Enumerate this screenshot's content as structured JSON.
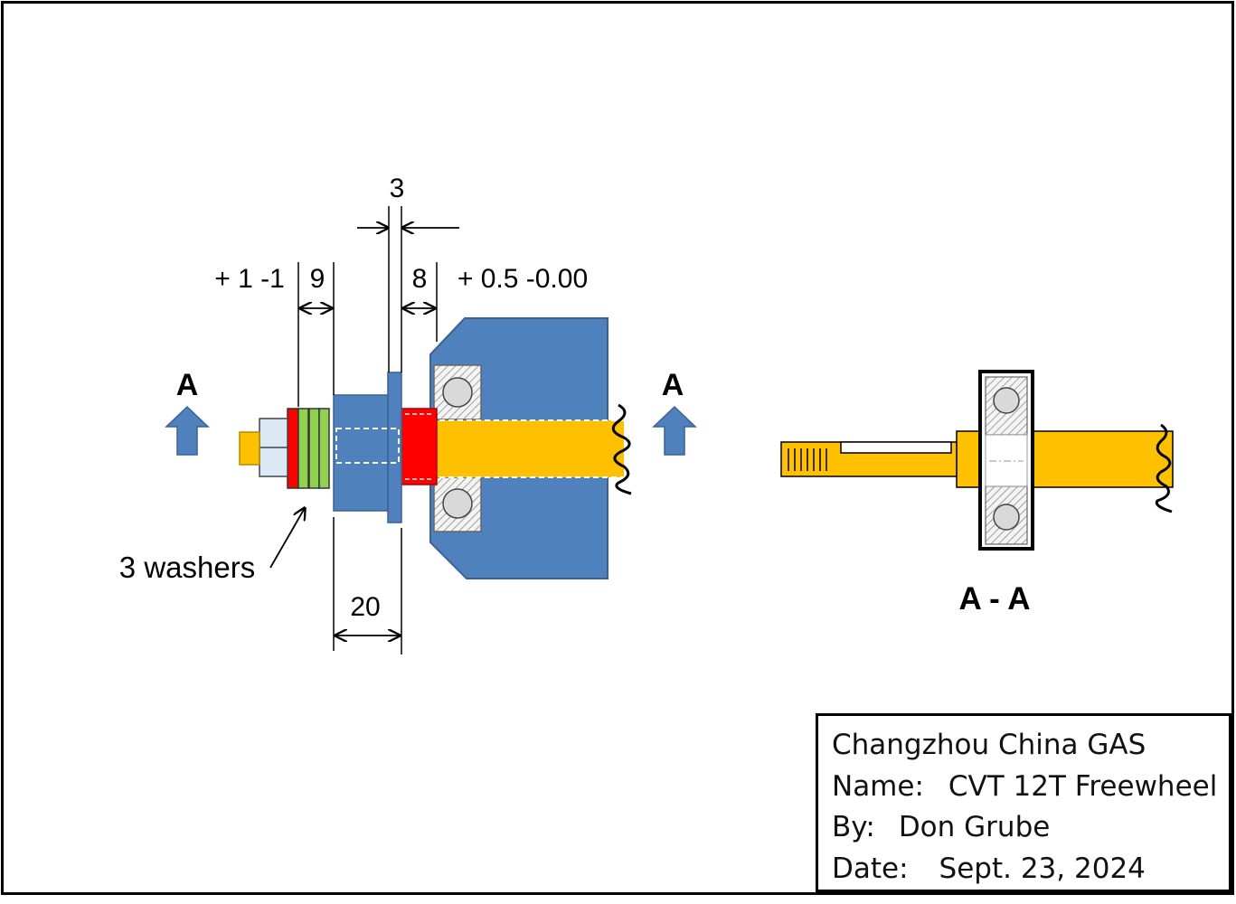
{
  "colors": {
    "housing": "#4f81bd",
    "housing_stroke": "#3a6294",
    "shaft": "#ffc000",
    "shaft_stroke": "#b8860b",
    "nut": "#dbe9f5",
    "red_washer": "#ff0000",
    "green_washer": "#92d050",
    "bearing_race": "#f2f2f2",
    "bearing_hatch": "#8c8c8c",
    "ball": "#d9d9d9",
    "arrow": "#4f81bd"
  },
  "labels": {
    "dim_top": "3",
    "dim_left_tol": "+ 1 -1",
    "dim_left": "9",
    "dim_right": "8",
    "dim_right_tol": "+ 0.5 -0.00",
    "dim_bottom": "20",
    "section_arrow_left": "A",
    "section_arrow_right": "A",
    "washers_note": "3 washers",
    "section_title": "A - A"
  },
  "title_block": {
    "company": "Changzhou China GAS",
    "name_label": "Name:",
    "name_value": "CVT 12T Freewheel",
    "by_label": "By:",
    "by_value": "Don Grube",
    "date_label": "Date:",
    "date_value": "Sept. 23, 2024"
  }
}
